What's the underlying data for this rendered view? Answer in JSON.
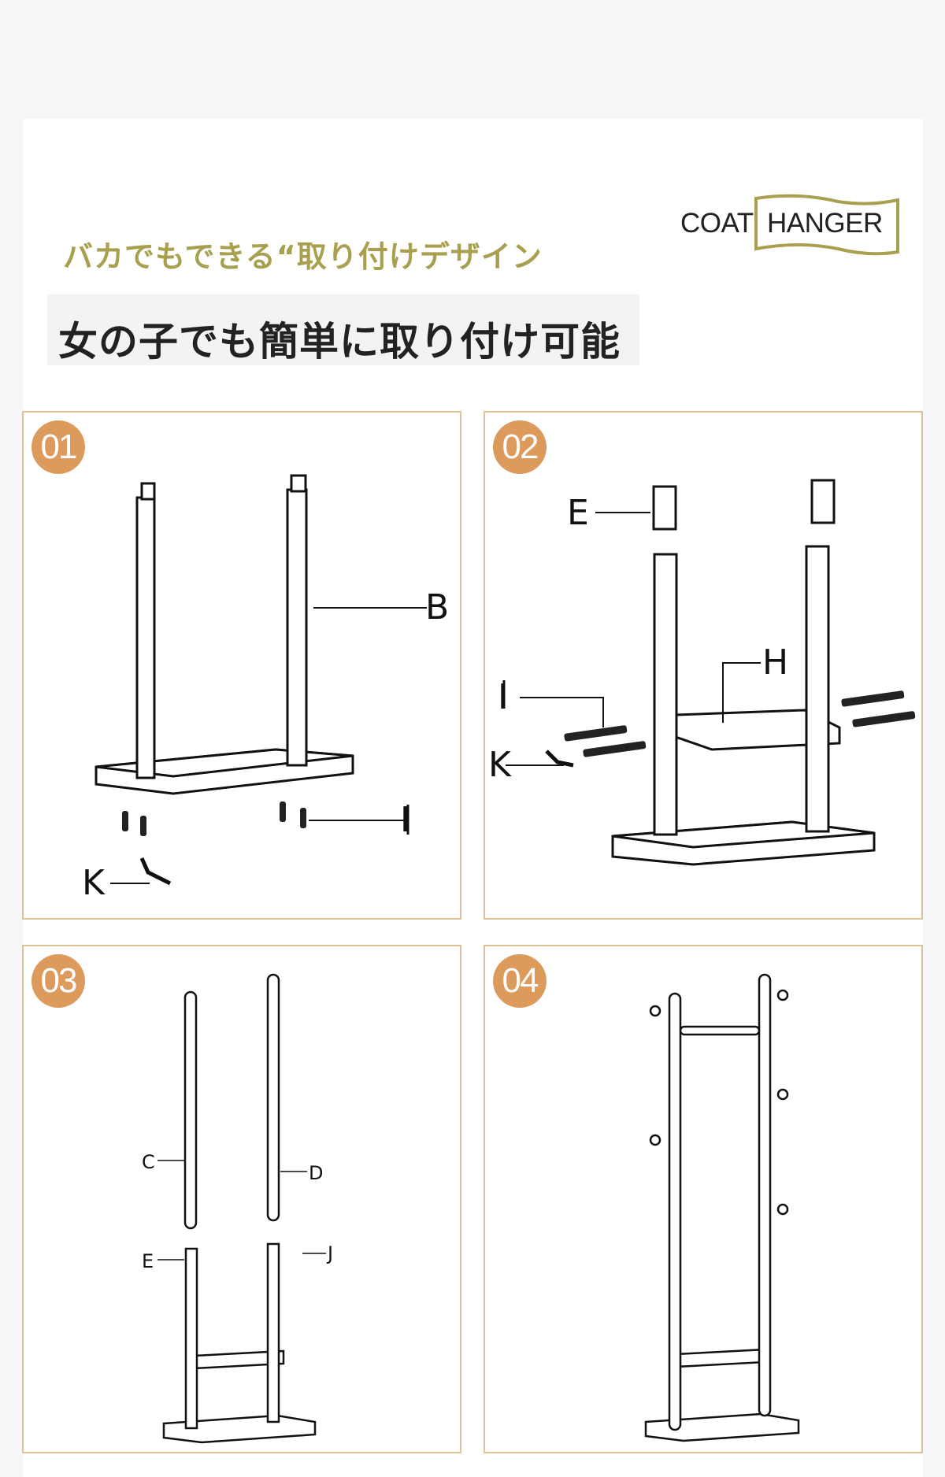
{
  "header": {
    "subtitle": "バカでもできる“取り付けデザイン",
    "title": "女の子でも簡単に取り付け可能"
  },
  "logo": {
    "word1": "COAT",
    "word2": "HANGER"
  },
  "colors": {
    "accent_olive": "#a8a04e",
    "badge_orange": "#dc9a5c",
    "panel_border": "#dcc196"
  },
  "steps": [
    {
      "number": "01",
      "labels": {
        "b": "B",
        "i": "I",
        "k": "K"
      }
    },
    {
      "number": "02",
      "labels": {
        "e": "E",
        "h": "H",
        "i": "I",
        "k": "K"
      }
    },
    {
      "number": "03",
      "labels": {
        "c": "C",
        "d": "D",
        "e": "E",
        "j": "J"
      }
    },
    {
      "number": "04"
    }
  ]
}
